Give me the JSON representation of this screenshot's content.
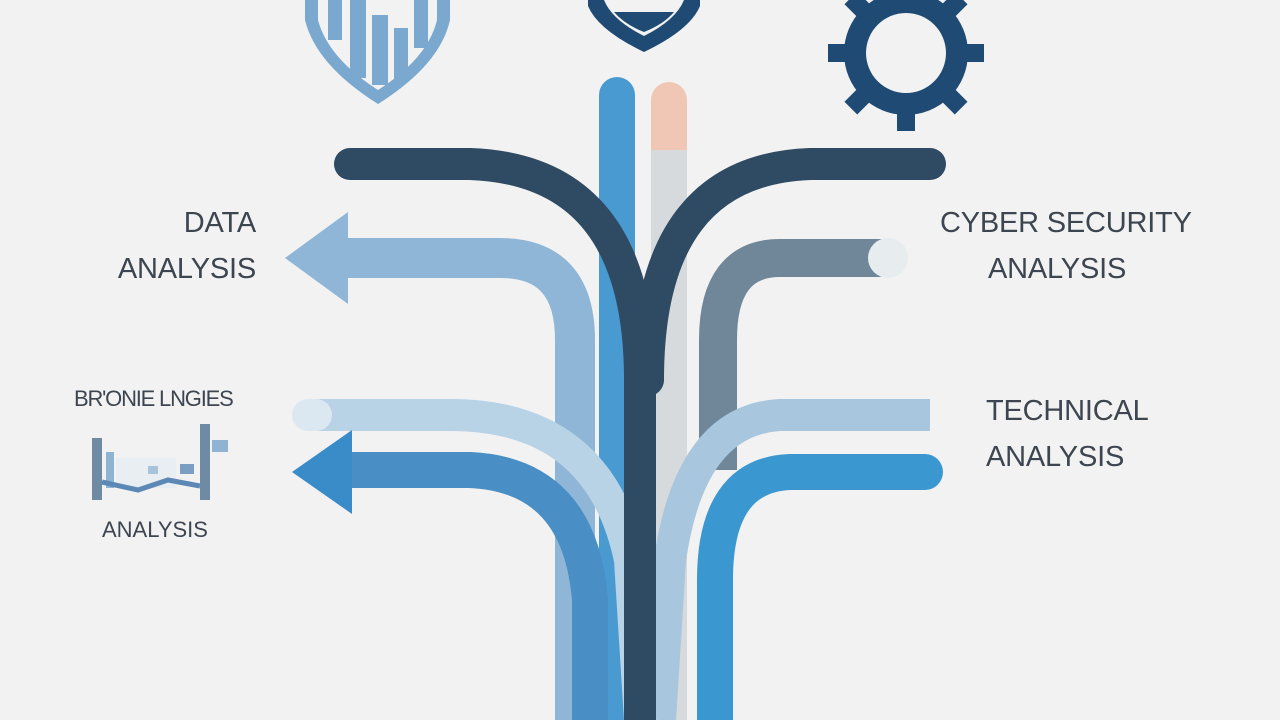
{
  "diagram": {
    "labels": {
      "data_analysis": {
        "line1": "DATA",
        "line2": "ANALYSIS"
      },
      "cyber_security": {
        "line1": "CYBER SECURITY",
        "line2": "ANALYSIS"
      },
      "technical": {
        "line1": "TECHNICAL",
        "line2": "ANALYSIS"
      },
      "broken": {
        "top": "BR'ONIE LNGIES",
        "bottom": "ANALYSIS"
      }
    },
    "icons": {
      "left": "bar-chart-shield-icon",
      "center": "shield-icon",
      "right": "gear-icon"
    },
    "colors": {
      "background": "#f2f2f2",
      "navy": "#2f4a63",
      "dark_blue": "#1e4a73",
      "mid_blue": "#4a90c8",
      "light_blue": "#8fb6d6",
      "pale_blue": "#b8d2e6",
      "bright_blue": "#3a97cf",
      "slate": "#6f8799",
      "peach": "#f0c7b4",
      "grey": "#d7dadc",
      "text": "#3d4650"
    }
  }
}
